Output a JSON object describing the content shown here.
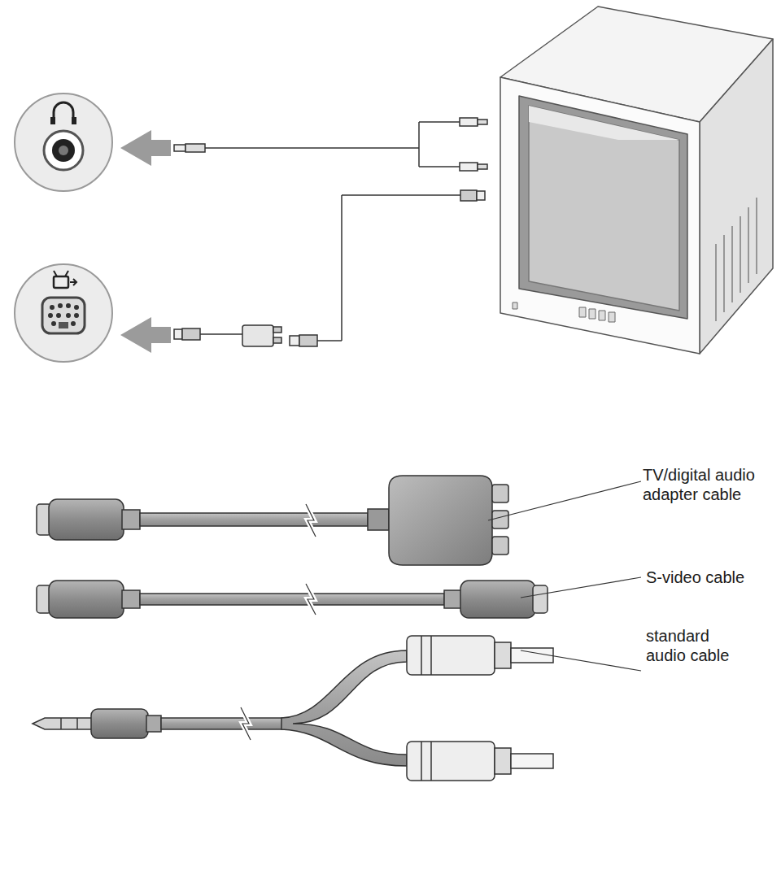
{
  "diagram": {
    "labels": [
      "TV/digital audio adapter cable",
      "S-video cable",
      "standard audio cable"
    ]
  }
}
